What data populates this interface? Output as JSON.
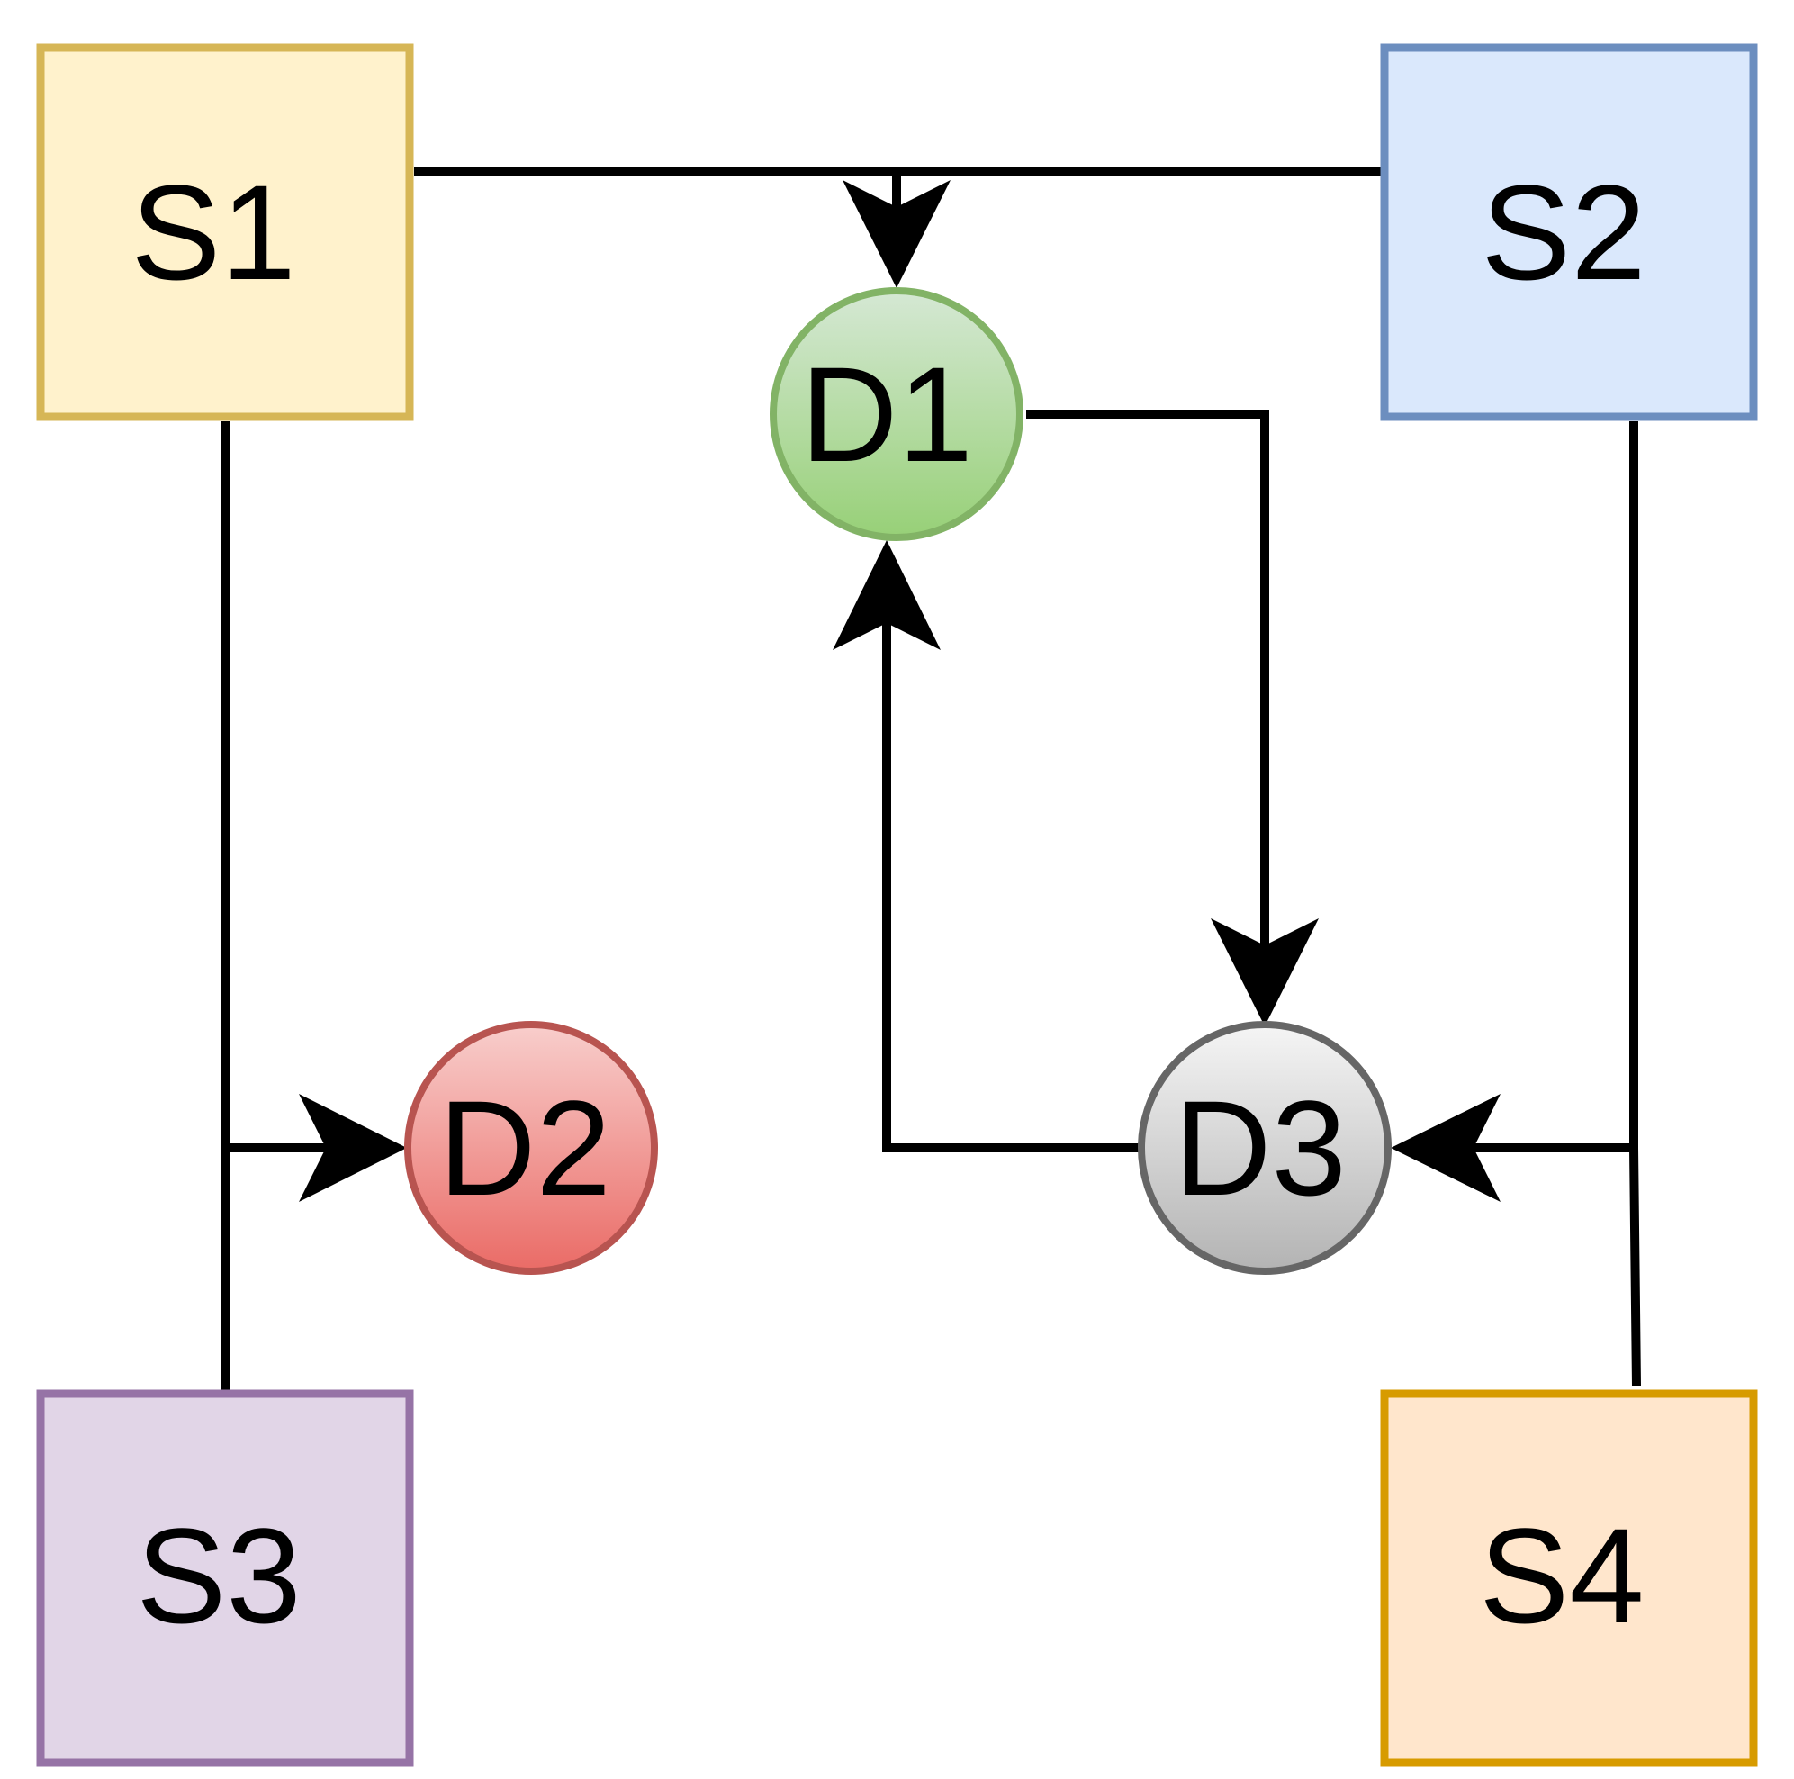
{
  "nodes": {
    "s1": {
      "label": "S1",
      "fill": "#fff2cc",
      "stroke": "#d6b656"
    },
    "s2": {
      "label": "S2",
      "fill": "#dae8fc",
      "stroke": "#6c8ebf"
    },
    "s3": {
      "label": "S3",
      "fill": "#e1d5e7",
      "stroke": "#9673a6"
    },
    "s4": {
      "label": "S4",
      "fill": "#ffe6cc",
      "stroke": "#d79b00"
    },
    "d1": {
      "label": "D1",
      "fill_top": "#d5e8d4",
      "fill_bottom": "#97d077",
      "stroke": "#82b366"
    },
    "d2": {
      "label": "D2",
      "fill_top": "#f8cecc",
      "fill_bottom": "#ea6b66",
      "stroke": "#b85450"
    },
    "d3": {
      "label": "D3",
      "fill_top": "#f5f5f5",
      "fill_bottom": "#b3b3b3",
      "stroke": "#666666"
    }
  },
  "edges": [
    {
      "from": "S1",
      "to": "D1"
    },
    {
      "from": "S2",
      "to": "D1"
    },
    {
      "from": "S3",
      "to": "D2"
    },
    {
      "from": "S1",
      "to": "D2"
    },
    {
      "from": "D1",
      "to": "D3"
    },
    {
      "from": "D3",
      "to": "D1"
    },
    {
      "from": "S2",
      "to": "D3"
    },
    {
      "from": "S4",
      "to": "D3"
    }
  ]
}
